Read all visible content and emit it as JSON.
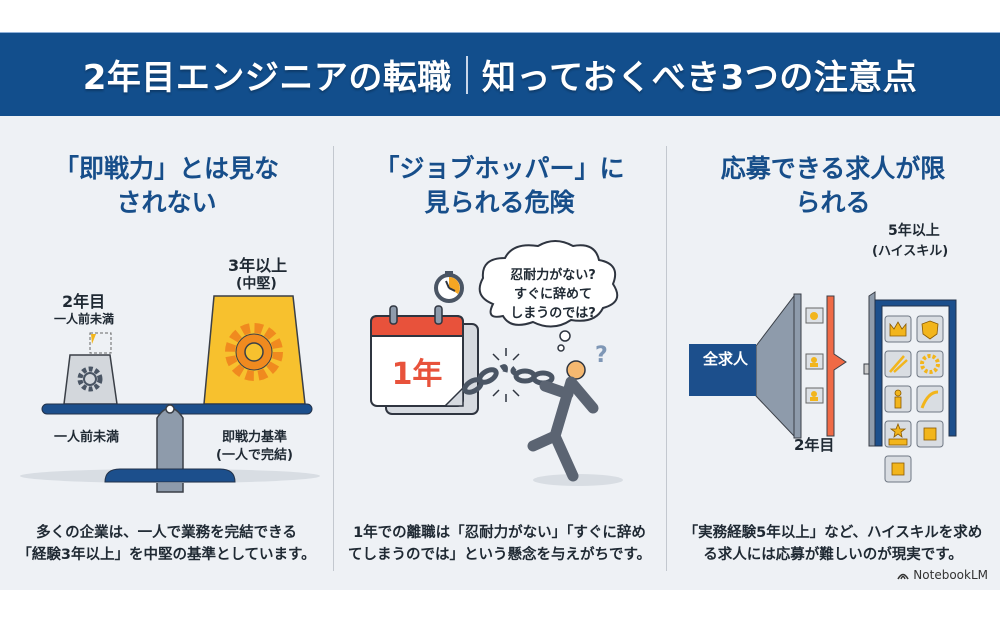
{
  "header": {
    "title_left": "2年目エンジニアの転職",
    "title_right": "知っておくべき3つの注意点"
  },
  "columns": [
    {
      "title_line1": "「即戦力」とは見な",
      "title_line2": "されない",
      "illustration": {
        "left_weight_title": "2年目",
        "left_weight_subtitle": "一人前未満",
        "right_weight_title": "3年以上",
        "right_weight_subtitle": "(中堅)",
        "left_caption": "一人前未満",
        "right_caption_line1": "即戦力基準",
        "right_caption_line2": "(一人で完結)",
        "icons": [
          "gear-icon",
          "gear-icon",
          "scale-icon"
        ]
      },
      "desc_line1": "多くの企業は、一人で業務を完結できる",
      "desc_line2": "「経験3年以上」を中堅の基準としています。"
    },
    {
      "title_line1": "「ジョブホッパー」に",
      "title_line2": "見られる危険",
      "illustration": {
        "calendar_label": "1年",
        "thought_line1": "忍耐力がない?",
        "thought_line2": "すぐに辞めて",
        "thought_line3": "しまうのでは?",
        "question_mark": "?",
        "icons": [
          "stopwatch-icon",
          "calendar-icon",
          "broken-chain-icon",
          "running-person-icon"
        ]
      },
      "desc_line1": "1年での離職は「忍耐力がない」「すぐに辞め",
      "desc_line2": "てしまうのでは」という懸念を与えがちです。"
    },
    {
      "title_line1": "応募できる求人が限",
      "title_line2": "られる",
      "illustration": {
        "funnel_label": "全求人",
        "gate_label": "2年目",
        "door_label_line1": "5年以上",
        "door_label_line2": "(ハイスキル)",
        "icons": [
          "crown-icon",
          "shield-arrow-icon",
          "growth-arrows-icon",
          "gear-icon",
          "hero-icon",
          "climber-icon",
          "podium-star-icon",
          "chip-icon",
          "chip-icon"
        ]
      },
      "desc_line1": "「実務経験5年以上」など、ハイスキルを求め",
      "desc_line2": "る求人には応募が難しいのが現実です。"
    }
  ],
  "watermark": "NotebookLM",
  "colors": {
    "header_bg": "#124e8c",
    "title_blue": "#174e8a",
    "accent_yellow": "#f7c12e",
    "accent_orange": "#f08a1f",
    "accent_red": "#e8523b",
    "panel_bg": "#eef1f5"
  }
}
